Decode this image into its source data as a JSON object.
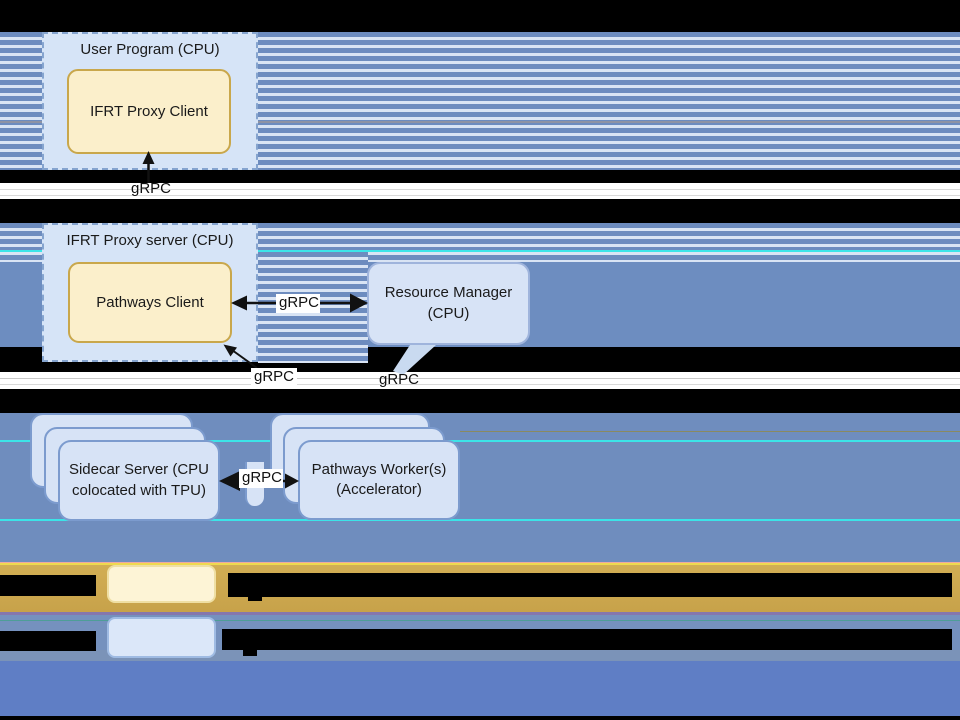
{
  "diagram": {
    "nodes": {
      "user_program": {
        "title": "User Program (CPU)"
      },
      "ifrt_proxy_client": {
        "label": "IFRT Proxy Client"
      },
      "ifrt_proxy_server": {
        "title": "IFRT Proxy server (CPU)"
      },
      "pathways_client": {
        "label": "Pathways Client"
      },
      "resource_manager": {
        "label": "Resource Manager (CPU)"
      },
      "sidecar_server": {
        "label": "Sidecar Server (CPU colocated with TPU)"
      },
      "pathways_workers": {
        "label": "Pathways Worker(s) (Accelerator)"
      }
    },
    "edges": {
      "proxy_client_grpc": {
        "label": "gRPC"
      },
      "rm_to_pathways_client": {
        "label": "gRPC"
      },
      "proxy_server_grpc": {
        "label": "gRPC"
      },
      "rm_grpc": {
        "label": "gRPC"
      },
      "sidecar_to_workers": {
        "label": "gRPC"
      }
    },
    "legend": {
      "items": [
        {
          "swatch_color": "#FDF4D6"
        },
        {
          "swatch_color": "#DBE7F9"
        }
      ]
    },
    "colors": {
      "stripe_dark": "#6D8CBF",
      "stripe_light": "#D9E4F4",
      "solid_blue": "#6D8DC0",
      "mid_blue": "#6F8DBE",
      "bottom_blue": "#5F7EC5",
      "gold_band": "#CFAB50",
      "cyan_artifact": "#3CE4E8",
      "node_fill_blue": "#D7E3F6",
      "node_border_blue": "#7C9BCE",
      "node_fill_yellow": "#FBEFCB",
      "node_border_yellow": "#C9A74B",
      "container_fill": "#D6E4F7",
      "container_border": "#85A4CF"
    }
  }
}
